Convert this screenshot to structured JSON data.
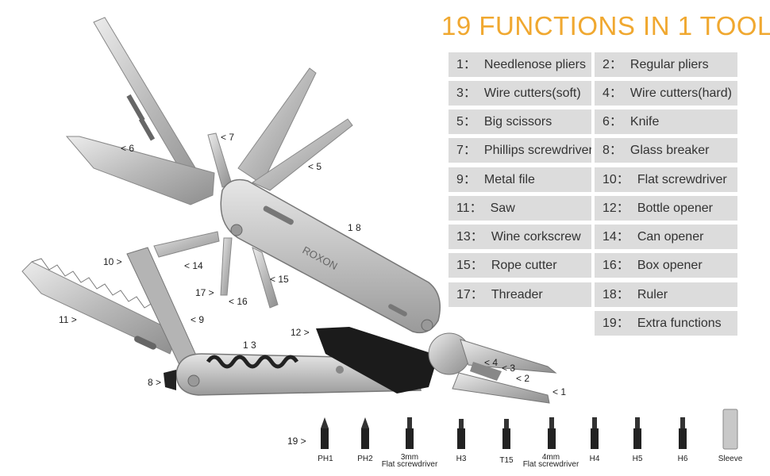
{
  "title": "19 FUNCTIONS IN 1 TOOL",
  "brand": "ROXON",
  "colors": {
    "title": "#f0a830",
    "cell_bg": "#dcdcdc",
    "steel": "#c8c8c8",
    "dark_steel": "#7a7a7a"
  },
  "functions": [
    {
      "num": "1：",
      "label": "Needlenose pliers"
    },
    {
      "num": "2：",
      "label": "Regular pliers"
    },
    {
      "num": "3：",
      "label": "Wire cutters(soft)"
    },
    {
      "num": "4：",
      "label": "Wire cutters(hard)"
    },
    {
      "num": "5：",
      "label": "Big scissors"
    },
    {
      "num": "6：",
      "label": "Knife"
    },
    {
      "num": "7：",
      "label": "Phillips screwdriver"
    },
    {
      "num": "8：",
      "label": "Glass breaker"
    },
    {
      "num": "9：",
      "label": "Metal file"
    },
    {
      "num": "10：",
      "label": "Flat screwdriver"
    },
    {
      "num": "11：",
      "label": "Saw"
    },
    {
      "num": "12：",
      "label": "Bottle opener"
    },
    {
      "num": "13：",
      "label": "Wine corkscrew"
    },
    {
      "num": "14：",
      "label": "Can opener"
    },
    {
      "num": "15：",
      "label": "Rope cutter"
    },
    {
      "num": "16：",
      "label": "Box opener"
    },
    {
      "num": "17：",
      "label": "Threader"
    },
    {
      "num": "18：",
      "label": "Ruler"
    },
    {
      "num": "19：",
      "label": "Extra functions"
    }
  ],
  "callouts": [
    "< 6",
    "< 7",
    "< 5",
    "1 8",
    "10 >",
    "< 14",
    "< 15",
    "17 >",
    "< 16",
    "11 >",
    "< 9",
    "12 >",
    "1 3",
    "< 4",
    "< 3",
    "< 2",
    "< 1",
    "8 >",
    "19 >"
  ],
  "bits": [
    {
      "label": "PH1"
    },
    {
      "label": "PH2"
    },
    {
      "label": "3mm",
      "label2": "Flat screwdriver"
    },
    {
      "label": "H3"
    },
    {
      "label": "T15"
    },
    {
      "label": "4mm",
      "label2": "Flat screwdriver"
    },
    {
      "label": "H4"
    },
    {
      "label": "H5"
    },
    {
      "label": "H6"
    },
    {
      "label": "Sleeve"
    }
  ]
}
